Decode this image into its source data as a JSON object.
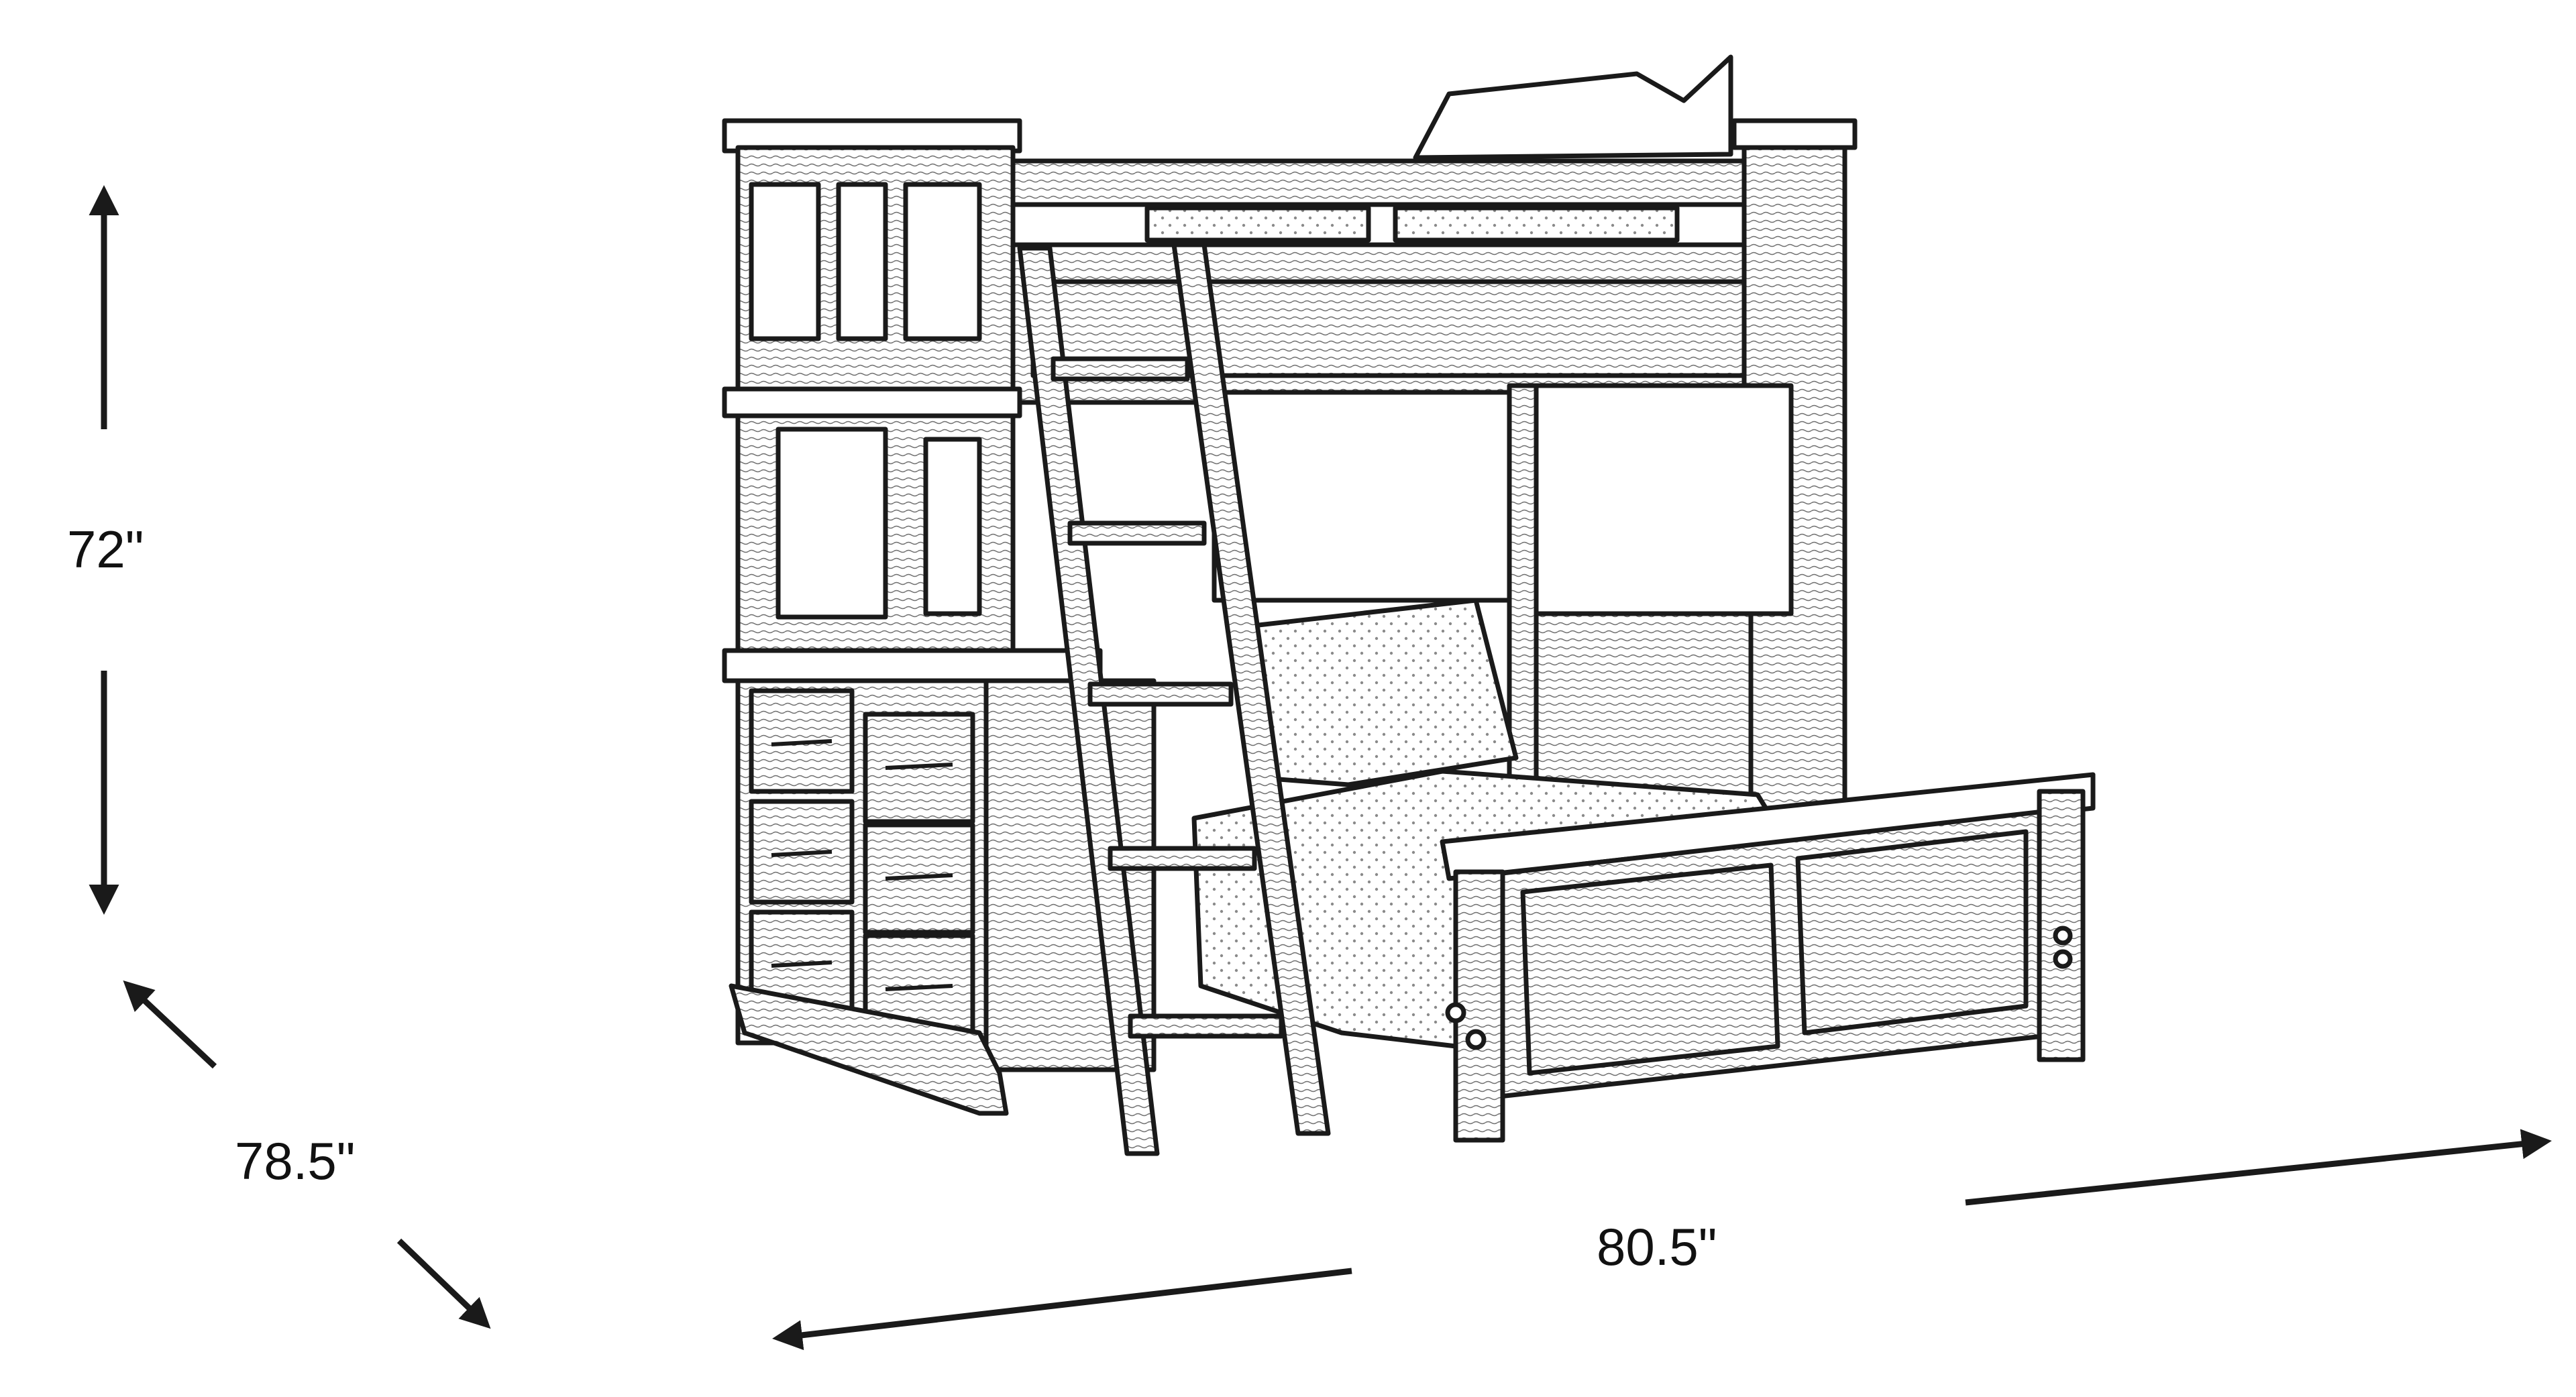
{
  "dimensions": {
    "height": "72\"",
    "depth": "78.5\"",
    "width": "80.5\""
  },
  "colors": {
    "line": "#1a1a1a",
    "background": "#ffffff"
  }
}
